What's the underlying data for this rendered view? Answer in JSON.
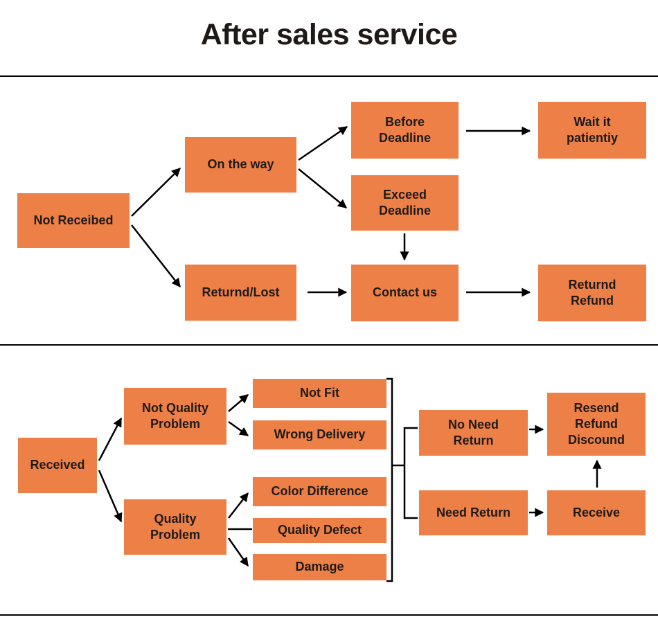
{
  "title": "After sales service",
  "colors": {
    "box_fill": "#ED8047",
    "text": "#1F1A17",
    "line": "#000000"
  },
  "nodes": {
    "not_received": "Not Receibed",
    "on_the_way": "On the way",
    "returned_lost": "Returnd/Lost",
    "before_deadline": "Before\nDeadline",
    "exceed_deadline": "Exceed\nDeadline",
    "wait_it_patiently": "Wait it\npatientiy",
    "contact_us": "Contact us",
    "return_refund": "Returnd\nRefund",
    "received": "Received",
    "not_quality_problem": "Not Quality\nProblem",
    "quality_problem": "Quality\nProblem",
    "not_fit": "Not Fit",
    "wrong_delivery": "Wrong Delivery",
    "color_difference": "Color Difference",
    "quality_defect": "Quality Defect",
    "damage": "Damage",
    "no_need_return": "No Need\nReturn",
    "need_return": "Need Return",
    "resend_refund_discount": "Resend\nRefund\nDiscound",
    "receive": "Receive"
  },
  "edges": [
    {
      "from": "not_received",
      "to": "on_the_way",
      "style": "arrow"
    },
    {
      "from": "not_received",
      "to": "returned_lost",
      "style": "arrow"
    },
    {
      "from": "on_the_way",
      "to": "before_deadline",
      "style": "arrow"
    },
    {
      "from": "on_the_way",
      "to": "exceed_deadline",
      "style": "arrow"
    },
    {
      "from": "before_deadline",
      "to": "wait_it_patiently",
      "style": "arrow"
    },
    {
      "from": "exceed_deadline",
      "to": "contact_us",
      "style": "arrow"
    },
    {
      "from": "returned_lost",
      "to": "contact_us",
      "style": "arrow"
    },
    {
      "from": "contact_us",
      "to": "return_refund",
      "style": "arrow"
    },
    {
      "from": "received",
      "to": "not_quality_problem",
      "style": "arrow"
    },
    {
      "from": "received",
      "to": "quality_problem",
      "style": "arrow"
    },
    {
      "from": "not_quality_problem",
      "to": "not_fit",
      "style": "arrow"
    },
    {
      "from": "not_quality_problem",
      "to": "wrong_delivery",
      "style": "arrow"
    },
    {
      "from": "quality_problem",
      "to": "color_difference",
      "style": "arrow"
    },
    {
      "from": "quality_problem",
      "to": "quality_defect",
      "style": "line"
    },
    {
      "from": "quality_problem",
      "to": "damage",
      "style": "arrow"
    },
    {
      "from": "issue_group_bracket",
      "to": "no_need_return",
      "style": "bracket"
    },
    {
      "from": "issue_group_bracket",
      "to": "need_return",
      "style": "bracket"
    },
    {
      "from": "no_need_return",
      "to": "resend_refund_discount",
      "style": "arrow"
    },
    {
      "from": "need_return",
      "to": "receive",
      "style": "arrow"
    },
    {
      "from": "receive",
      "to": "resend_refund_discount",
      "style": "arrow"
    }
  ]
}
